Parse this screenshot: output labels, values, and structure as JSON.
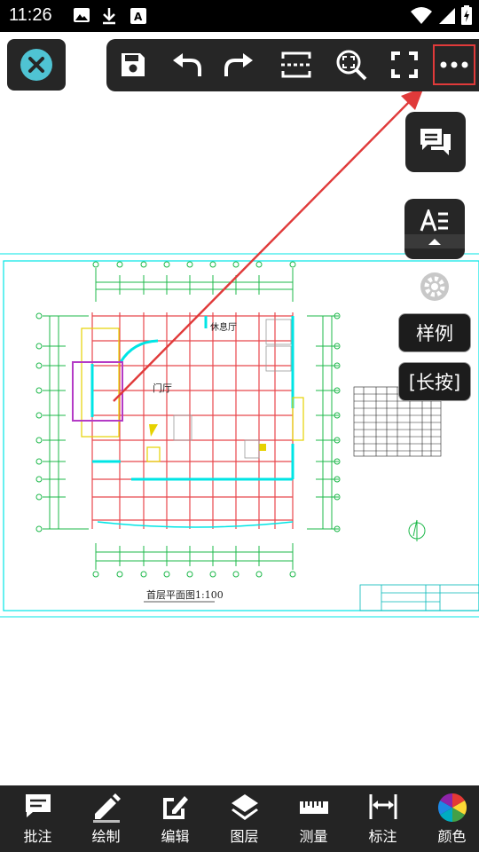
{
  "status_bar": {
    "time": "11:26"
  },
  "toolbar": {
    "close_icon": "close-icon",
    "buttons": [
      {
        "icon": "save-icon"
      },
      {
        "icon": "undo-icon"
      },
      {
        "icon": "redo-icon"
      },
      {
        "icon": "fit-width-icon"
      },
      {
        "icon": "zoom-extent-icon"
      },
      {
        "icon": "fullscreen-icon"
      },
      {
        "icon": "more-icon",
        "highlighted": true
      }
    ]
  },
  "side_panel": {
    "comment_icon": "comment-icon",
    "text_style_icon": "text-style-icon",
    "settings_icon": "gear-icon",
    "legend_label": "样例",
    "long_press_label": "[长按]"
  },
  "drawing": {
    "room_labels": [
      "休息厅",
      "门厅"
    ],
    "plan_title": "首层平面图1:100"
  },
  "bottom_nav": [
    {
      "icon": "annotate-icon",
      "label": "批注"
    },
    {
      "icon": "pencil-icon",
      "label": "绘制"
    },
    {
      "icon": "edit-icon",
      "label": "编辑"
    },
    {
      "icon": "layers-icon",
      "label": "图层"
    },
    {
      "icon": "ruler-icon",
      "label": "测量"
    },
    {
      "icon": "dimension-icon",
      "label": "标注"
    },
    {
      "icon": "color-wheel-icon",
      "label": "颜色"
    }
  ],
  "colors": {
    "toolbar_bg": "#262626",
    "accent_cyan": "#4fc3d3",
    "highlight_red": "#e03a3a",
    "drawing_red": "#e8474c",
    "drawing_cyan": "#00e5e5",
    "drawing_green": "#1db84a"
  }
}
